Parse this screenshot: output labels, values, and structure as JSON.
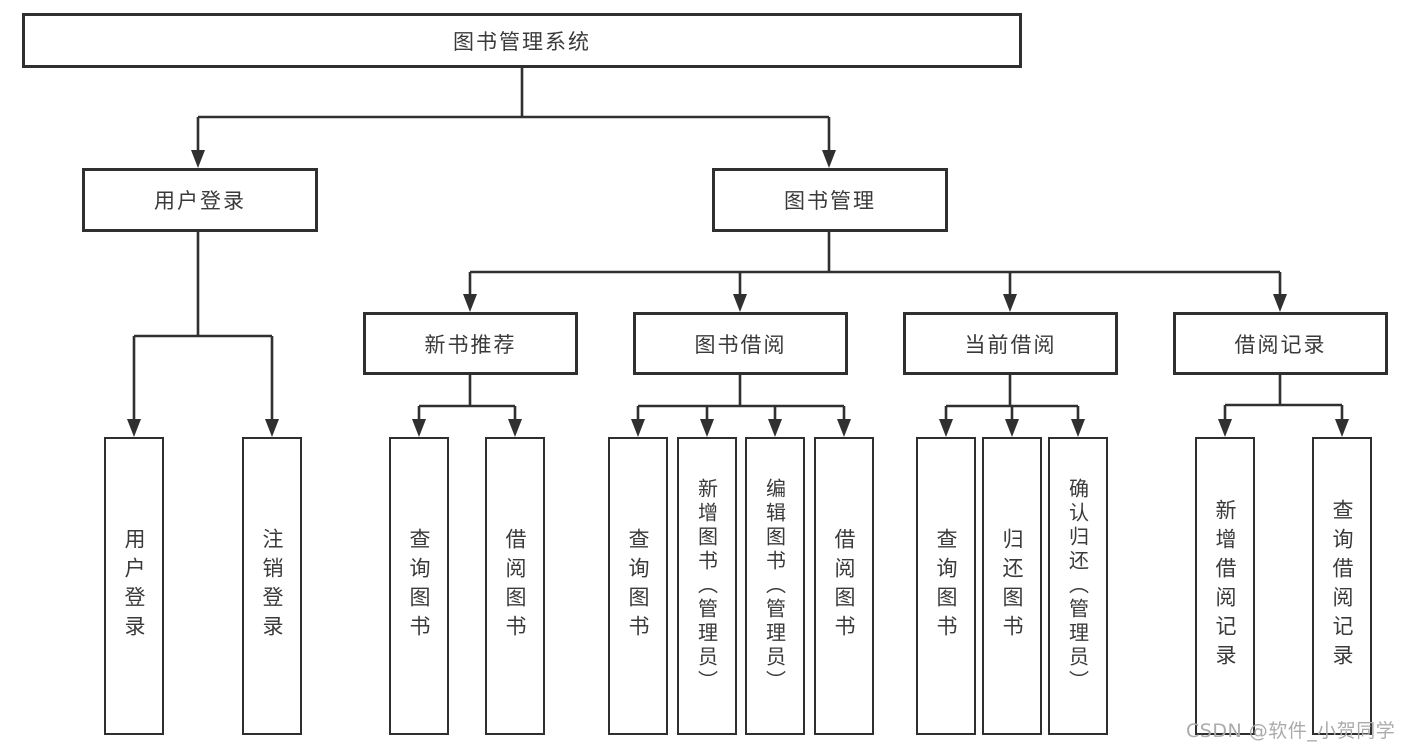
{
  "diagram_title": "图书管理系统",
  "tree": {
    "root": "图书管理系统",
    "branches": [
      {
        "label": "用户登录",
        "children": [
          "用户登录",
          "注销登录"
        ]
      },
      {
        "label": "图书管理",
        "groups": [
          {
            "label": "新书推荐",
            "children": [
              "查询图书",
              "借阅图书"
            ]
          },
          {
            "label": "图书借阅",
            "children": [
              "查询图书",
              "新增图书（管理员）",
              "编辑图书（管理员）",
              "借阅图书"
            ]
          },
          {
            "label": "当前借阅",
            "children": [
              "查询图书",
              "归还图书",
              "确认归还（管理员）"
            ]
          },
          {
            "label": "借阅记录",
            "children": [
              "新增借阅记录",
              "查询借阅记录"
            ]
          }
        ]
      }
    ]
  },
  "colors": {
    "line": "#303030",
    "box_border": "#2f2f2f",
    "text": "#3a3a3a",
    "watermark": "#ababab",
    "background": "#ffffff"
  },
  "watermark": "CSDN @软件_小贺同学"
}
